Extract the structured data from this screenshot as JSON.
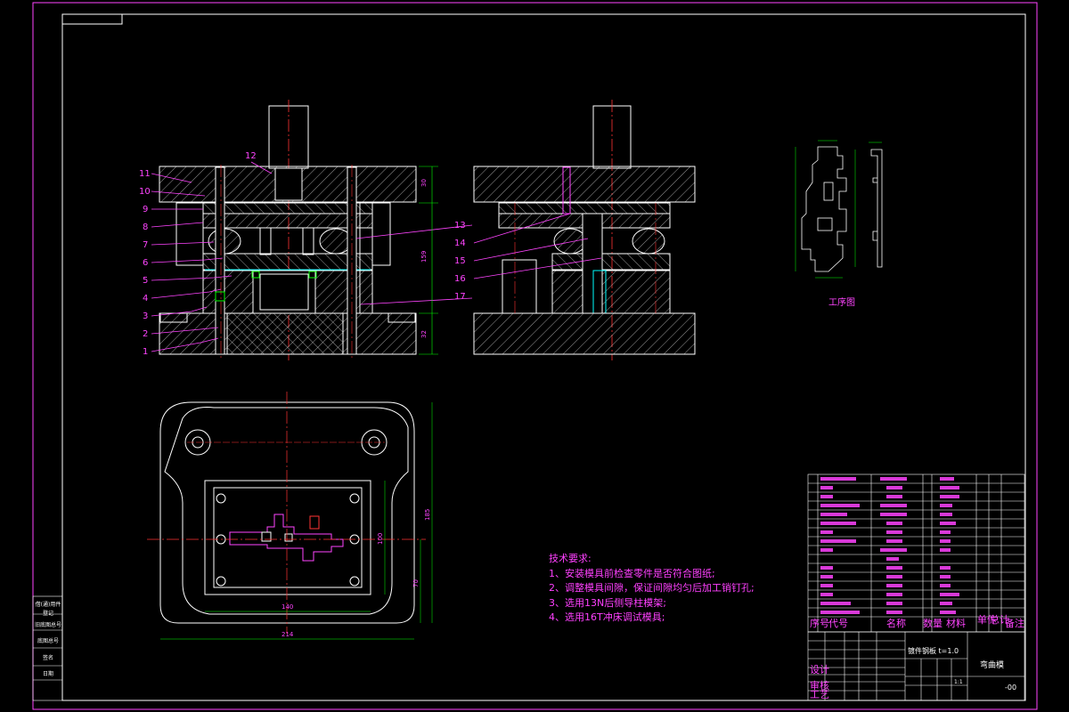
{
  "drawing": {
    "process_title": "工序图",
    "notes_title": "技术要求:",
    "notes": [
      "1、安装模具前检查零件是否符合图纸;",
      "2、调整模具间隙，保证间隙均匀后加工销钉孔;",
      "3、选用13N后侧导柱模架;",
      "4、选用16T冲床调试模具;"
    ],
    "part_labels": [
      "1",
      "2",
      "3",
      "4",
      "5",
      "6",
      "7",
      "8",
      "9",
      "10",
      "11",
      "12",
      "13",
      "14",
      "15",
      "16",
      "17"
    ],
    "dims": {
      "top_right_upper": "30",
      "top_right_total": "159",
      "top_right_lower": "32",
      "plan_width_inner": "140",
      "plan_width_outer": "214",
      "plan_height_outer": "185",
      "plan_height_inner": "100",
      "plan_height_small": "70"
    },
    "title_block": {
      "part_name": "镀件钢板 t=1.0",
      "drawing_title": "弯曲模",
      "drawing_no": "-00",
      "scale": "1:1",
      "header_cols": [
        "序号",
        "代号",
        "名称",
        "数量",
        "材料",
        "单件",
        "总计",
        "备注"
      ],
      "approval_rows": [
        "设计",
        "审核",
        "工艺"
      ]
    },
    "side_labels": [
      "借(通)用件",
      "登记",
      "旧底图总号",
      "底图总号",
      "签名",
      "日期"
    ]
  }
}
